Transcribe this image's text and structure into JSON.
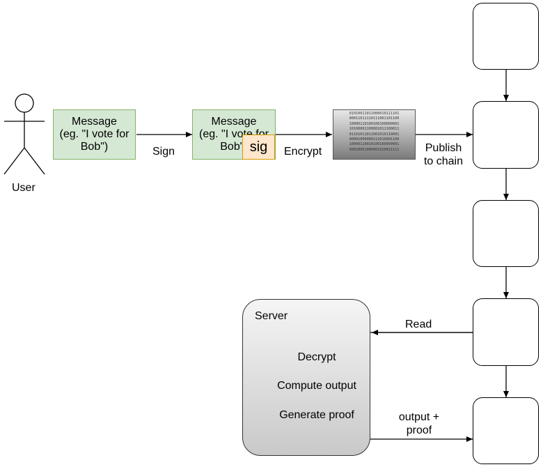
{
  "user": {
    "label": "User"
  },
  "message1": {
    "lines": [
      "Message",
      "(eg. \"I vote for",
      "Bob\")"
    ]
  },
  "message2": {
    "lines": [
      "Message",
      "(eg. \"I vote for",
      "Bob\")"
    ],
    "sig": "sig"
  },
  "ciphertext": {
    "rows": [
      "01010011011000010111101",
      "00011011110111001101100",
      "10000110100100100000001",
      "10100001100001011100011",
      "01101011011001010110001",
      "00001000000111010001100",
      "10000110010100100000001",
      "00010001000001010011111"
    ]
  },
  "edges": {
    "sign": "Sign",
    "encrypt": "Encrypt",
    "publish": [
      "Publish",
      "to chain"
    ],
    "read": "Read",
    "output": [
      "output +",
      "proof"
    ]
  },
  "server": {
    "title": "Server",
    "steps": [
      "Decrypt",
      "Compute output",
      "Generate proof"
    ]
  },
  "colors": {
    "message_fill": "#d5e8d4",
    "message_stroke": "#82b366",
    "sig_fill": "#ffe6cc",
    "sig_stroke": "#d79b00"
  }
}
